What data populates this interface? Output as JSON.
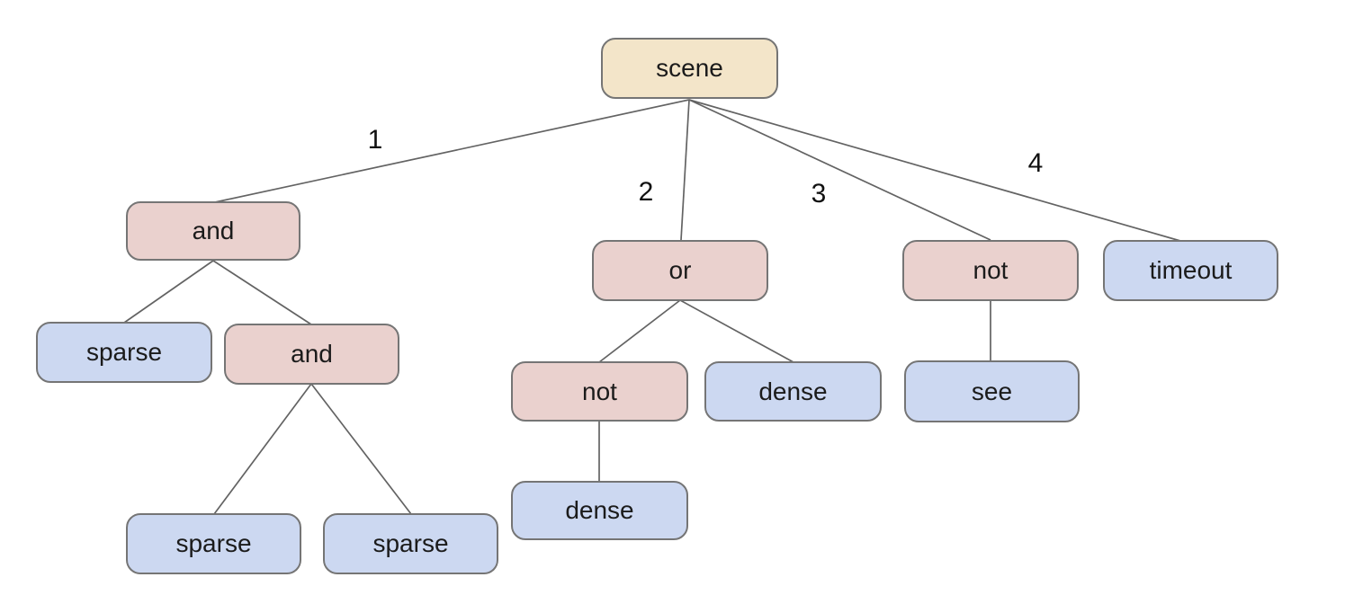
{
  "diagram": {
    "type": "tree",
    "background": "#ffffff",
    "colors": {
      "background": "#ffffff",
      "root_fill": "#f3e5c9",
      "operator_fill": "#ead1ce",
      "leaf_fill": "#ccd8f1",
      "border": "#757575",
      "edge": "#636363"
    },
    "nodes": [
      {
        "id": "scene",
        "label": "scene",
        "type": "root"
      },
      {
        "id": "and-1",
        "label": "and",
        "type": "operator"
      },
      {
        "id": "or-1",
        "label": "or",
        "type": "operator"
      },
      {
        "id": "not-1",
        "label": "not",
        "type": "operator"
      },
      {
        "id": "timeout-1",
        "label": "timeout",
        "type": "leaf"
      },
      {
        "id": "sparse-1",
        "label": "sparse",
        "type": "leaf"
      },
      {
        "id": "and-2",
        "label": "and",
        "type": "operator"
      },
      {
        "id": "not-2",
        "label": "not",
        "type": "operator"
      },
      {
        "id": "dense-1",
        "label": "dense",
        "type": "leaf"
      },
      {
        "id": "see-1",
        "label": "see",
        "type": "leaf"
      },
      {
        "id": "sparse-2",
        "label": "sparse",
        "type": "leaf"
      },
      {
        "id": "sparse-3",
        "label": "sparse",
        "type": "leaf"
      },
      {
        "id": "dense-2",
        "label": "dense",
        "type": "leaf"
      }
    ],
    "edges": [
      {
        "from": "scene",
        "to": "and-1",
        "label": "1"
      },
      {
        "from": "scene",
        "to": "or-1",
        "label": "2"
      },
      {
        "from": "scene",
        "to": "not-1",
        "label": "3"
      },
      {
        "from": "scene",
        "to": "timeout-1",
        "label": "4"
      },
      {
        "from": "and-1",
        "to": "sparse-1"
      },
      {
        "from": "and-1",
        "to": "and-2"
      },
      {
        "from": "and-2",
        "to": "sparse-2"
      },
      {
        "from": "and-2",
        "to": "sparse-3"
      },
      {
        "from": "or-1",
        "to": "not-2"
      },
      {
        "from": "or-1",
        "to": "dense-1"
      },
      {
        "from": "not-2",
        "to": "dense-2"
      },
      {
        "from": "not-1",
        "to": "see-1"
      }
    ]
  }
}
